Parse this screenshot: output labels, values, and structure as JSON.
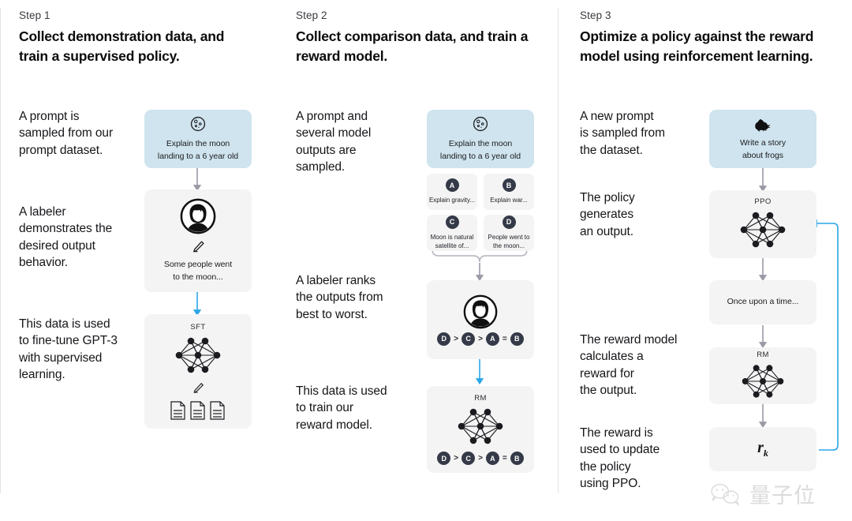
{
  "theme": {
    "background": "#ffffff",
    "prompt_box_color": "#cfe4ee",
    "card_color": "#f4f4f4",
    "badge_color": "#343a48",
    "arrow_grey": "#9a9aa6",
    "arrow_blue": "#2ba6e8",
    "divider": "#e3e3e6",
    "text": "#16161a"
  },
  "steps": [
    {
      "label": "Step 1",
      "title": "Collect demonstration data,\nand train a supervised policy.",
      "captions": [
        "A prompt is\nsampled from our\nprompt dataset.",
        "A labeler\ndemonstrates the\ndesired output\nbehavior.",
        "This data is used\nto fine-tune GPT-3\nwith supervised\nlearning."
      ],
      "prompt_box": {
        "icon": "moon-icon",
        "text": "Explain the moon\nlanding to a 6 year old"
      },
      "labeler_box": {
        "icon": "labeler-avatar-icon",
        "pencil": "pencil-icon",
        "text": "Some people went\nto the moon..."
      },
      "model_box": {
        "label": "SFT",
        "icon": "neural-network-icon",
        "pencil": "pencil-icon",
        "documents": "documents-icon"
      }
    },
    {
      "label": "Step 2",
      "title": "Collect comparison data,\nand train a reward model.",
      "captions": [
        "A prompt and\nseveral model\noutputs are\nsampled.",
        "A labeler ranks\nthe outputs from\nbest to worst.",
        "This data is used\nto train our\nreward model."
      ],
      "prompt_box": {
        "icon": "moon-icon",
        "text": "Explain the moon\nlanding to a 6 year old"
      },
      "outputs": [
        {
          "badge": "A",
          "text": "Explain gravity..."
        },
        {
          "badge": "B",
          "text": "Explain war..."
        },
        {
          "badge": "C",
          "text": "Moon is natural\nsatellite of..."
        },
        {
          "badge": "D",
          "text": "People went to\nthe moon..."
        }
      ],
      "ranking_box": {
        "icon": "labeler-avatar-icon",
        "ranking": [
          "D",
          ">",
          "C",
          ">",
          "A",
          "=",
          "B"
        ]
      },
      "reward_model_box": {
        "label": "RM",
        "icon": "neural-network-icon",
        "ranking": [
          "D",
          ">",
          "C",
          ">",
          "A",
          "=",
          "B"
        ]
      }
    },
    {
      "label": "Step 3",
      "title": "Optimize a policy against\nthe reward model using\nreinforcement learning.",
      "captions": [
        "A new prompt\nis sampled from\nthe dataset.",
        "The policy\ngenerates\nan output.",
        "The reward model\ncalculates a\nreward for\nthe output.",
        "The reward is\nused to update\nthe policy\nusing PPO."
      ],
      "prompt_box": {
        "icon": "frog-icon",
        "text": "Write a story\nabout frogs"
      },
      "policy_box": {
        "label": "PPO",
        "icon": "neural-network-icon"
      },
      "output_box": {
        "text": "Once upon a time..."
      },
      "reward_model_box": {
        "label": "RM",
        "icon": "neural-network-icon"
      },
      "reward_box": {
        "symbol": "r",
        "subscript": "k"
      }
    }
  ],
  "watermark": {
    "icon": "wechat-icon",
    "text": "量子位"
  }
}
